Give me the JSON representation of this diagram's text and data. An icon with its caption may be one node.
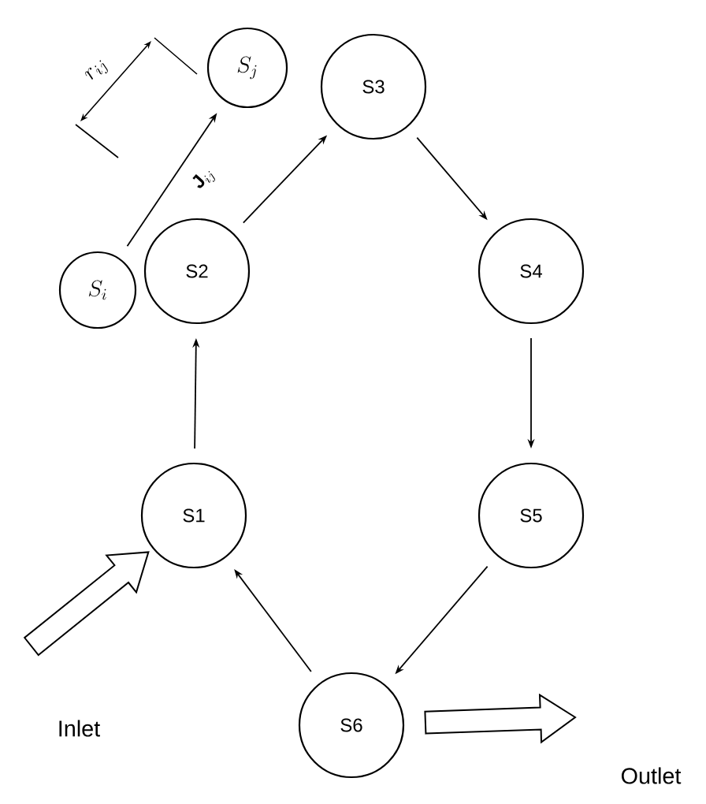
{
  "diagram": {
    "nodes": [
      {
        "text": [
          "S_i"
        ]
      },
      {
        "text": [
          "S_j"
        ]
      },
      {
        "text": [
          "S3"
        ]
      },
      {
        "text": [
          "S2"
        ]
      },
      {
        "text": [
          "S4"
        ]
      },
      {
        "text": [
          "S1"
        ]
      },
      {
        "text": [
          "S5"
        ]
      },
      {
        "text": [
          "S6"
        ]
      }
    ],
    "edges": [
      {
        "from": 0,
        "to": 1,
        "arrow": "to",
        "label": "\\mathbf{J}_{ij}"
      },
      {
        "from": 5,
        "to": 3,
        "arrow": "to"
      },
      {
        "from": 3,
        "to": 2,
        "arrow": "to"
      },
      {
        "from": 2,
        "to": 4,
        "arrow": "to"
      },
      {
        "from": 4,
        "to": 6,
        "arrow": "to"
      },
      {
        "from": 6,
        "to": 7,
        "arrow": "to"
      },
      {
        "from": 7,
        "to": 5,
        "arrow": "to"
      },
      {
        "from": null,
        "to": 5,
        "arrow": "to",
        "style": "thick"
      },
      {
        "from": 7,
        "to": null,
        "arrow": "to",
        "style": "thick"
      }
    ],
    "labels": [
      "r_{ij}",
      "Inlet",
      "Outlet"
    ]
  }
}
